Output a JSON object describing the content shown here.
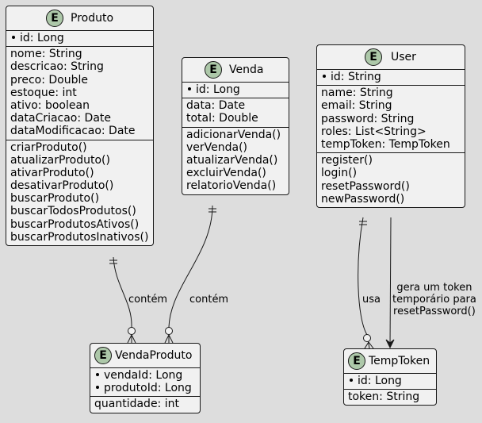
{
  "entities": {
    "produto": {
      "badge": "E",
      "name": "Produto",
      "keys": [
        "id: Long"
      ],
      "fields": [
        "nome: String",
        "descricao: String",
        "preco: Double",
        "estoque: int",
        "ativo: boolean",
        "dataCriacao: Date",
        "dataModificacao: Date"
      ],
      "methods": [
        "criarProduto()",
        "atualizarProduto()",
        "ativarProduto()",
        "desativarProduto()",
        "buscarProduto()",
        "buscarTodosProdutos()",
        "buscarProdutosAtivos()",
        "buscarProdutosInativos()"
      ]
    },
    "venda": {
      "badge": "E",
      "name": "Venda",
      "keys": [
        "id: Long"
      ],
      "fields": [
        "data: Date",
        "total: Double"
      ],
      "methods": [
        "adicionarVenda()",
        "verVenda()",
        "atualizarVenda()",
        "excluirVenda()",
        "relatorioVenda()"
      ]
    },
    "user": {
      "badge": "E",
      "name": "User",
      "keys": [
        "id: String"
      ],
      "fields": [
        "name: String",
        "email: String",
        "password: String",
        "roles: List<String>",
        "tempToken: TempToken"
      ],
      "methods": [
        "register()",
        "login()",
        "resetPassword()",
        "newPassword()"
      ]
    },
    "vendaProduto": {
      "badge": "E",
      "name": "VendaProduto",
      "keys": [
        "vendaId: Long",
        "produtoId: Long"
      ],
      "fields": [
        "quantidade: int"
      ]
    },
    "tempToken": {
      "badge": "E",
      "name": "TempToken",
      "keys": [
        "id: Long"
      ],
      "fields": [
        "token: String"
      ]
    }
  },
  "relations": {
    "produto_vendaproduto": "contém",
    "venda_vendaproduto": "contém",
    "user_temptoken_usa": "usa",
    "user_temptoken_gera": [
      "gera um token",
      "temporário para",
      "resetPassword()"
    ]
  },
  "colors": {
    "background": "#dddddd",
    "entity_fill": "#f1f1f1",
    "badge_fill": "#adc8a9",
    "stroke": "#181818"
  }
}
